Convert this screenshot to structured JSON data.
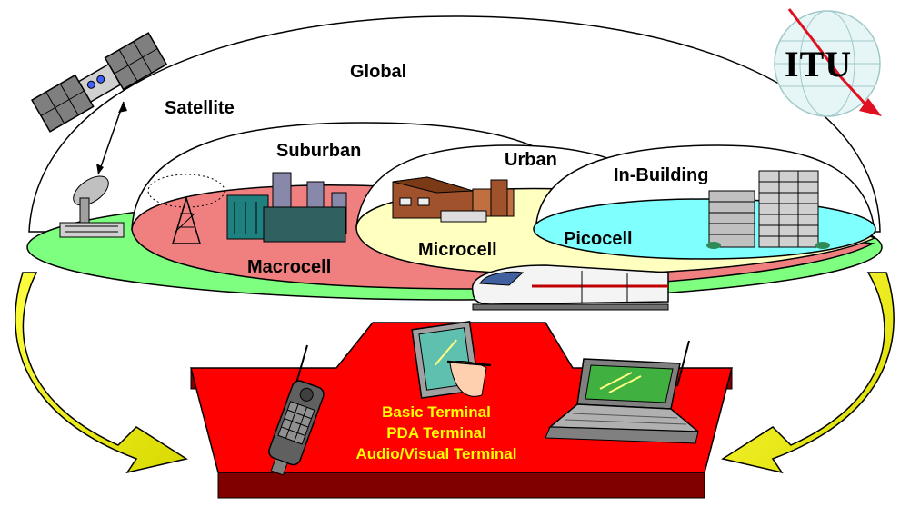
{
  "labels": {
    "global": "Global",
    "satellite": "Satellite",
    "suburban": "Suburban",
    "urban": "Urban",
    "in_building": "In-Building",
    "macrocell": "Macrocell",
    "microcell": "Microcell",
    "picocell": "Picocell"
  },
  "terminals": {
    "basic": "Basic Terminal",
    "pda": "PDA Terminal",
    "av": "Audio/Visual Terminal"
  },
  "logo": {
    "text": "ITU"
  },
  "colors": {
    "global_zone": "#7fff7f",
    "macrocell_zone": "#f08080",
    "microcell_zone": "#ffffc0",
    "picocell_zone": "#80ffff",
    "platform": "#ff0000",
    "platform_shadow": "#800000",
    "arrow": "#ffff00",
    "terminal_text": "#ffff00",
    "logo_accent": "#e01020"
  }
}
